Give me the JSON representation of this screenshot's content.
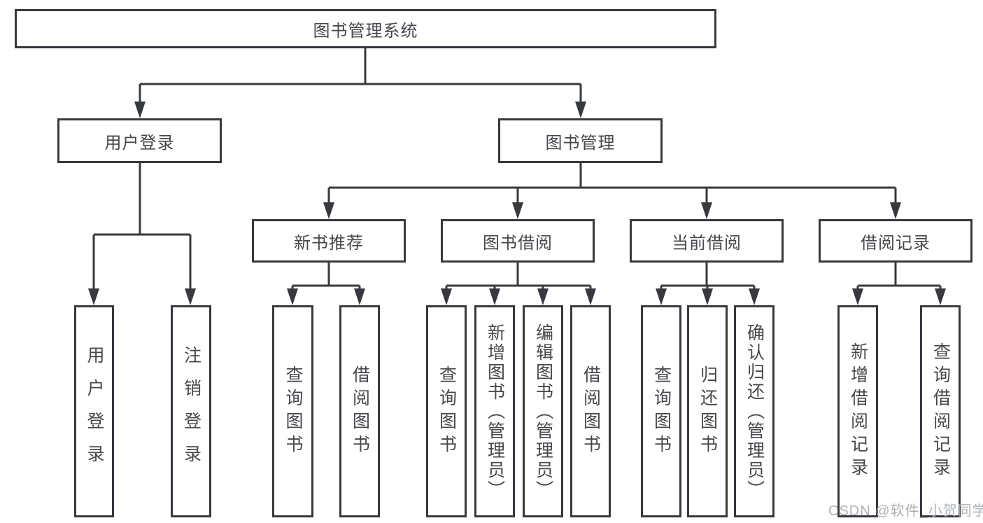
{
  "diagram_type": "hierarchy-tree",
  "hierarchy": {
    "label": "图书管理系统",
    "children": [
      {
        "label": "用户登录",
        "children": [
          {
            "label": "用户登录"
          },
          {
            "label": "注销登录"
          }
        ]
      },
      {
        "label": "图书管理",
        "children": [
          {
            "label": "新书推荐",
            "children": [
              {
                "label": "查询图书"
              },
              {
                "label": "借阅图书"
              }
            ]
          },
          {
            "label": "图书借阅",
            "children": [
              {
                "label": "查询图书"
              },
              {
                "label": "新增图书（管理员）"
              },
              {
                "label": "编辑图书（管理员）"
              },
              {
                "label": "借阅图书"
              }
            ]
          },
          {
            "label": "当前借阅",
            "children": [
              {
                "label": "查询图书"
              },
              {
                "label": "归还图书"
              },
              {
                "label": "确认归还（管理员）"
              }
            ]
          },
          {
            "label": "借阅记录",
            "children": [
              {
                "label": "新增借阅记录"
              },
              {
                "label": "查询借阅记录"
              }
            ]
          }
        ]
      }
    ]
  },
  "watermark": {
    "text": "CSDN @软件_小贺同学"
  },
  "colors": {
    "line": "#36393e",
    "text": "#45484d",
    "watermark": "#a8adb2",
    "background": "#ffffff"
  }
}
